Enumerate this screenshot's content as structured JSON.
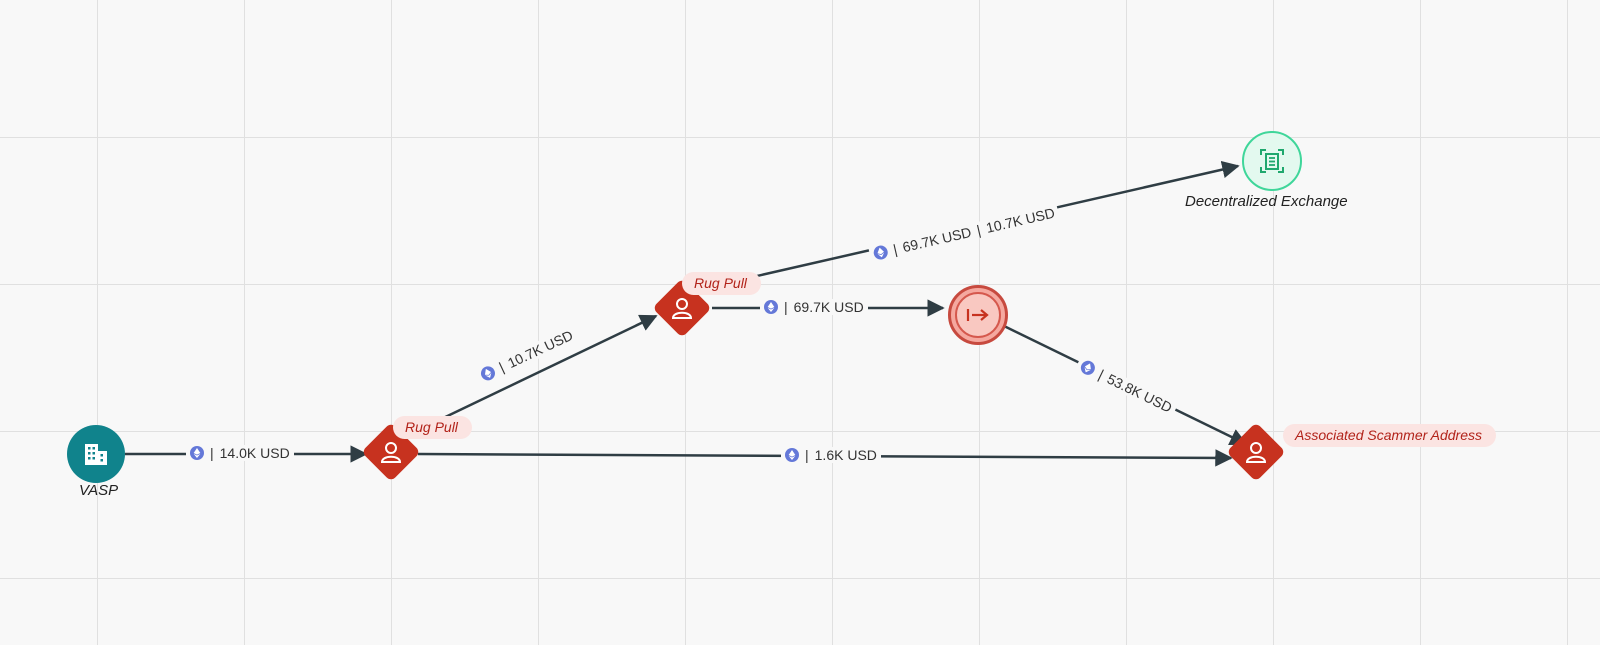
{
  "nodes": {
    "vasp": {
      "label": "VASP",
      "icon": "building-icon",
      "color": "#10838c"
    },
    "rug_pull_1": {
      "tag": "Rug Pull",
      "icon": "user-icon",
      "color": "#c7321f"
    },
    "rug_pull_2": {
      "tag": "Rug Pull",
      "icon": "user-icon",
      "color": "#c7321f"
    },
    "hop": {
      "icon": "forward-arrow-icon",
      "color": "#c74a3f"
    },
    "dex": {
      "label": "Decentralized Exchange",
      "icon": "contract-icon",
      "color": "#3fd69a"
    },
    "scammer": {
      "tag": "Associated Scammer Address",
      "icon": "user-icon",
      "color": "#c7321f"
    }
  },
  "edges": {
    "vasp_to_rp1": {
      "amount": "14.0K USD",
      "sep": "|",
      "currency_icon": "eth-icon"
    },
    "rp1_to_rp2": {
      "amount": "10.7K USD",
      "sep": "|",
      "currency_icon": "eth-icon"
    },
    "rp2_to_hop": {
      "amount": "69.7K USD",
      "sep": "|",
      "currency_icon": "eth-icon"
    },
    "rp2_to_dex": {
      "amount1": "69.7K USD",
      "amount2": "10.7K USD",
      "sep": "|",
      "currency_icon": "eth-icon"
    },
    "hop_to_scam": {
      "amount": "53.8K USD",
      "sep": "|",
      "currency_icon": "eth-icon"
    },
    "rp1_to_scam": {
      "amount": "1.6K USD",
      "sep": "|",
      "currency_icon": "eth-icon"
    }
  },
  "colors": {
    "edge": "#2f3d44",
    "eth": "#6478d8",
    "tag_bg": "#fbe4e2",
    "tag_text": "#b2231a"
  }
}
